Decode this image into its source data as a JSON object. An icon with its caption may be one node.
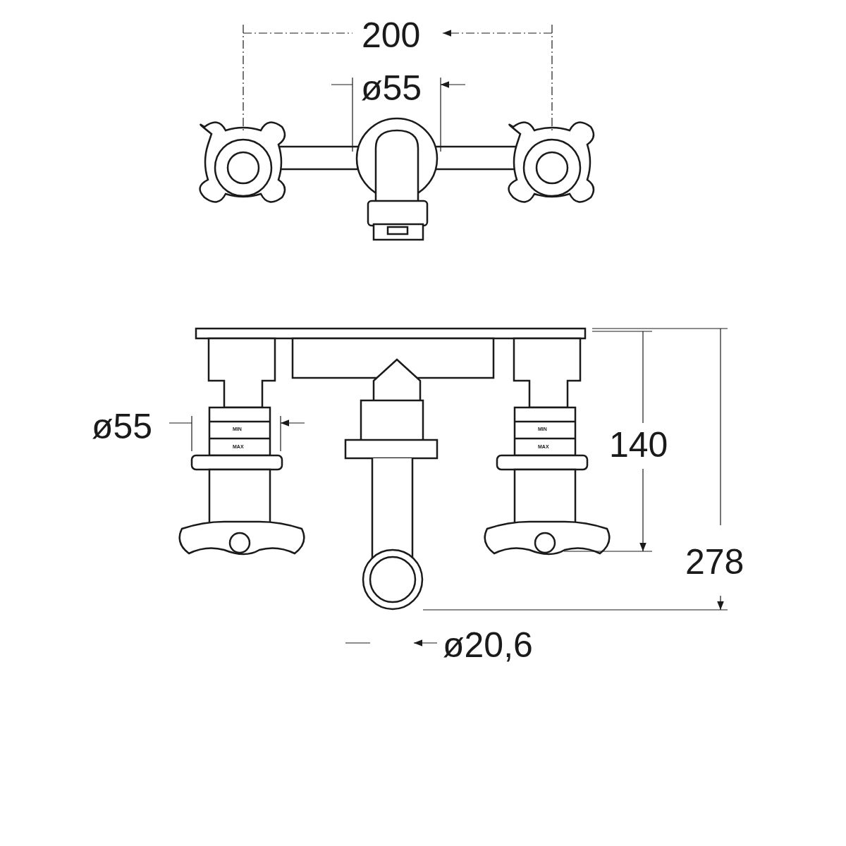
{
  "diagram": {
    "labels": [
      "200",
      "ø55",
      "ø55",
      "MIN",
      "MAX",
      "MIN",
      "MAX",
      "140",
      "278",
      "ø20,6"
    ]
  }
}
